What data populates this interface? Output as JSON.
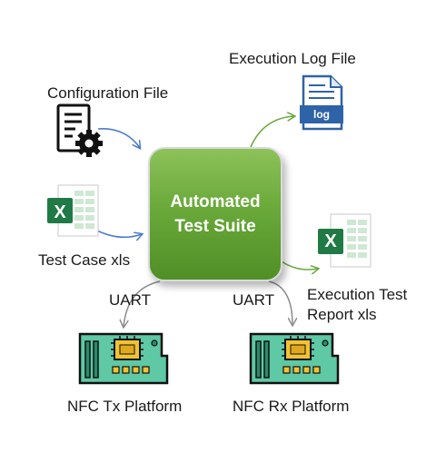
{
  "nodes": {
    "center": "Automated Test Suite",
    "config_file": "Configuration File",
    "test_case": "Test Case xls",
    "log_file": "Execution Log File",
    "report": "Execution Test Report xls",
    "tx_platform": "NFC Tx Platform",
    "rx_platform": "NFC Rx Platform"
  },
  "edges": {
    "uart_tx": "UART",
    "uart_rx": "UART"
  },
  "icons": {
    "log_badge": "log",
    "excel_letter": "X"
  },
  "colors": {
    "center_green": "#6aa93a",
    "input_arrow": "#4a7bd0",
    "output_arrow": "#6aa93a",
    "uart_arrow": "#8c8c8c",
    "board_teal": "#5fc8a4",
    "chip_yellow": "#f2c233",
    "excel_green": "#1f7a45",
    "log_blue": "#2e63a8"
  }
}
